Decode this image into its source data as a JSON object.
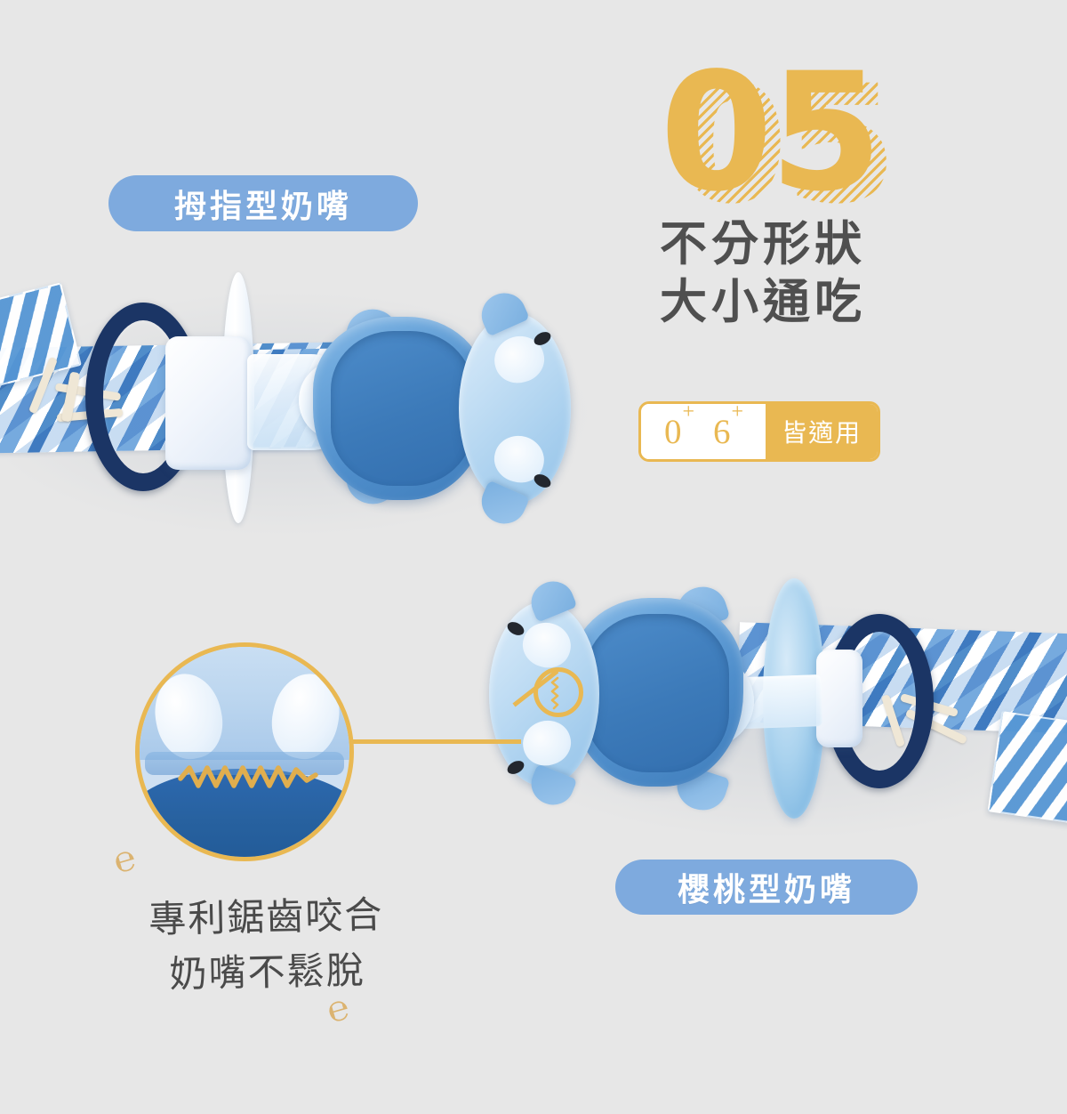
{
  "meta": {
    "background_color": "#e7e7e7",
    "gold": "#e9b852",
    "pill_blue": "#7eaade",
    "heading_gray": "#4f4f4f",
    "navy": "#1b3565"
  },
  "feature": {
    "number": "05",
    "headline_line1": "不分形狀",
    "headline_line2": "大小通吃"
  },
  "badge": {
    "age_0": "0",
    "age_0_sup": "+",
    "age_6": "6",
    "age_6_sup": "+",
    "tag": "皆適用"
  },
  "labels": {
    "thumb_pacifier": "拇指型奶嘴",
    "cherry_pacifier": "櫻桃型奶嘴"
  },
  "caption": {
    "line1": "專利鋸齒咬合",
    "line2": "奶嘴不鬆脫",
    "flourish_glyph": "℮"
  },
  "callout": {
    "magnifier_label": "serrated-bite-closeup",
    "target_label": "serration-target"
  },
  "products": {
    "top": {
      "name": "thumb-type-pacifier-with-clip-and-strap",
      "parts": [
        "fabric-strap",
        "navy-ring",
        "cream-cord",
        "white-shield",
        "thumb-nipple",
        "whale-clip"
      ]
    },
    "bottom": {
      "name": "cherry-type-pacifier-with-clip-and-strap",
      "parts": [
        "whale-clip",
        "cherry-nipple",
        "white-handle",
        "navy-ring",
        "fabric-strap",
        "strap-tab"
      ]
    }
  }
}
